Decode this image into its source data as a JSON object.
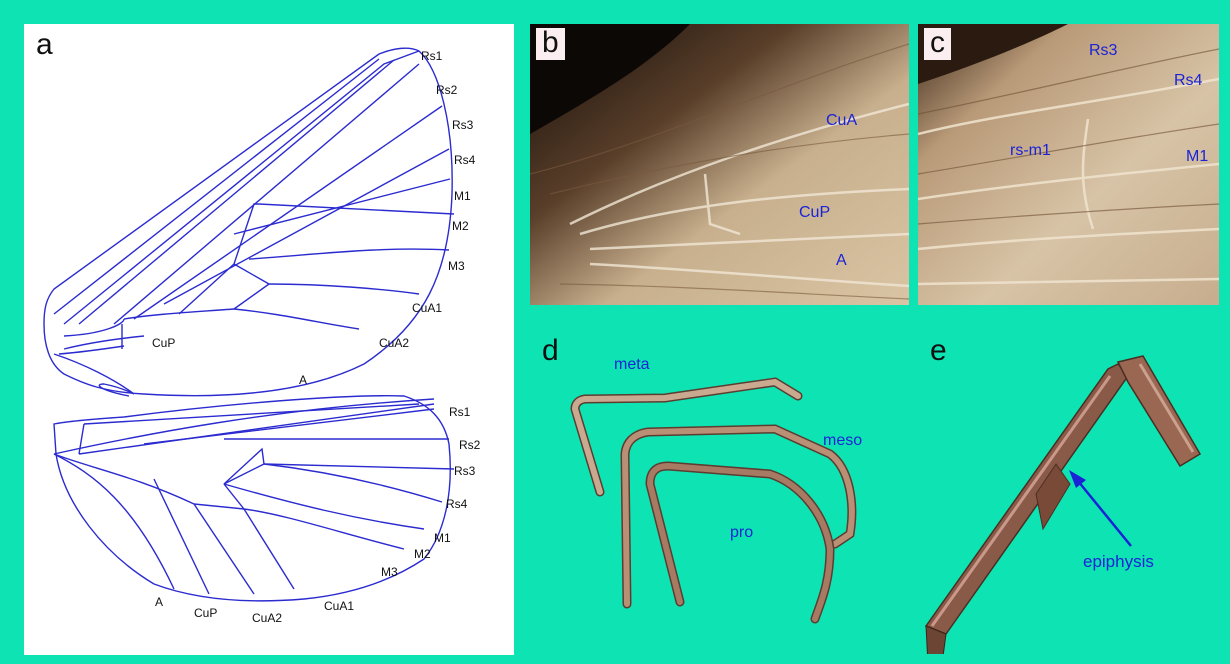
{
  "panels": {
    "a": {
      "letter": "a",
      "forewing_labels": [
        "Rs1",
        "Rs2",
        "Rs3",
        "Rs4",
        "M1",
        "M2",
        "M3",
        "CuA1",
        "CuA2",
        "CuP",
        "A"
      ],
      "hindwing_labels": [
        "Rs1",
        "Rs2",
        "Rs3",
        "Rs4",
        "M1",
        "M2",
        "M3",
        "CuA1",
        "CuA2",
        "CuP",
        "A"
      ]
    },
    "b": {
      "letter": "b",
      "labels": {
        "cua": "CuA",
        "cup": "CuP",
        "a": "A"
      }
    },
    "c": {
      "letter": "c",
      "labels": {
        "rs3": "Rs3",
        "rs4": "Rs4",
        "rsm1": "rs-m1",
        "m1": "M1"
      }
    },
    "d": {
      "letter": "d",
      "labels": {
        "meta": "meta",
        "meso": "meso",
        "pro": "pro"
      }
    },
    "e": {
      "letter": "e",
      "labels": {
        "epiphysis": "epiphysis"
      }
    }
  },
  "colors": {
    "background": "#0de3b3",
    "vein_line": "#2b2bd0",
    "label_blue": "#1b23d6",
    "photo_dark": "#1a120d",
    "photo_tan": "#c9b394",
    "leg_brown": "#8a5a48"
  }
}
